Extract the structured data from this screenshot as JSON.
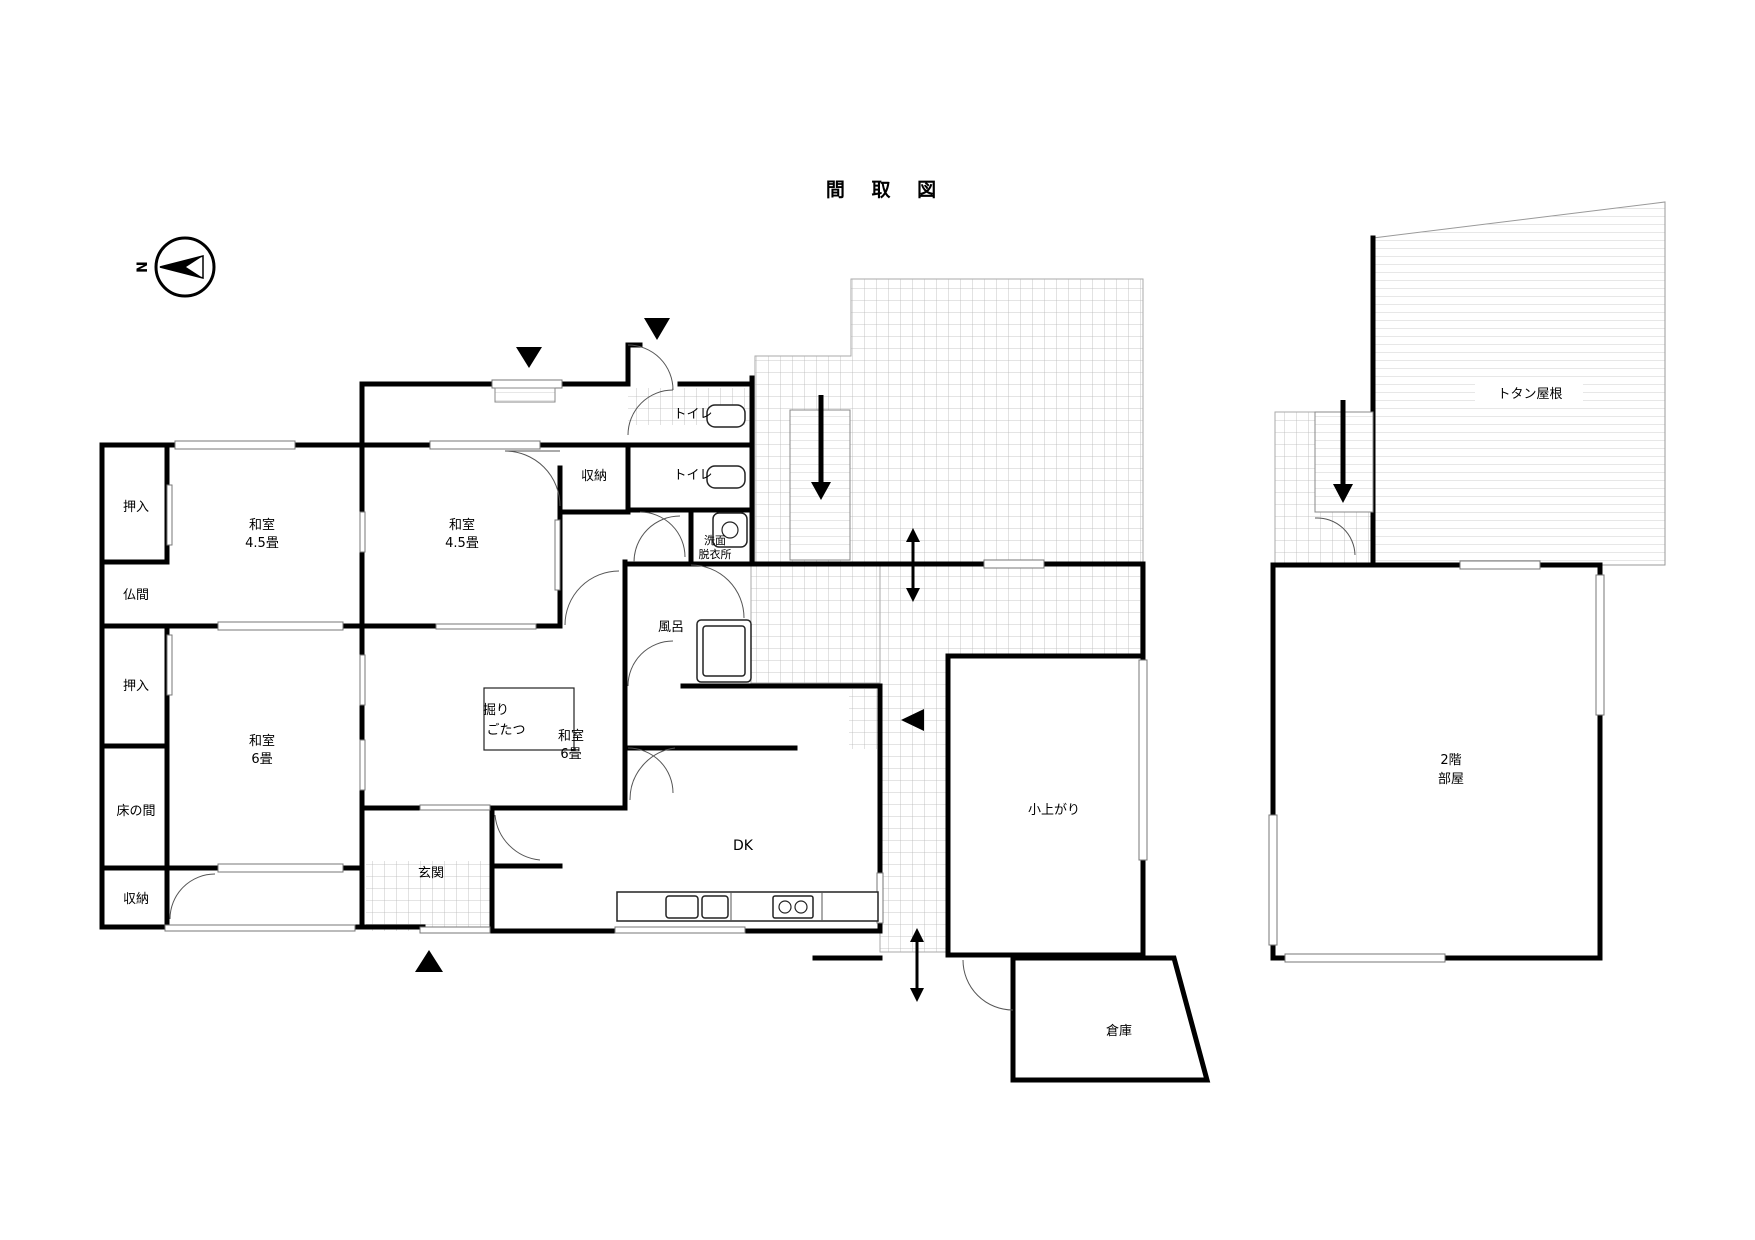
{
  "title": "間 取 図",
  "compass": {
    "label": "N"
  },
  "rooms": {
    "oshiire_1": "押入",
    "butsuma": "仏間",
    "oshiire_2": "押入",
    "tokonoma": "床の間",
    "shuno_1": "収納",
    "washitsu_a_name": "和室",
    "washitsu_a_size": "4.5畳",
    "washitsu_b_name": "和室",
    "washitsu_b_size": "4.5畳",
    "washitsu_c_name": "和室",
    "washitsu_c_size": "6畳",
    "washitsu_d_name": "和室",
    "washitsu_d_size": "6畳",
    "kotatsu_line1": "掘り",
    "kotatsu_line2": "ごたつ",
    "shuno_2": "収納",
    "toilet_1": "トイレ",
    "toilet_2": "トイレ",
    "senmen_line1": "洗面",
    "senmen_line2": "脱衣所",
    "furo": "風呂",
    "genkan": "玄関",
    "dk": "DK",
    "koagari": "小上がり",
    "soko": "倉庫",
    "roof": "トタン屋根",
    "second_floor_line1": "2階",
    "second_floor_line2": "部屋"
  }
}
